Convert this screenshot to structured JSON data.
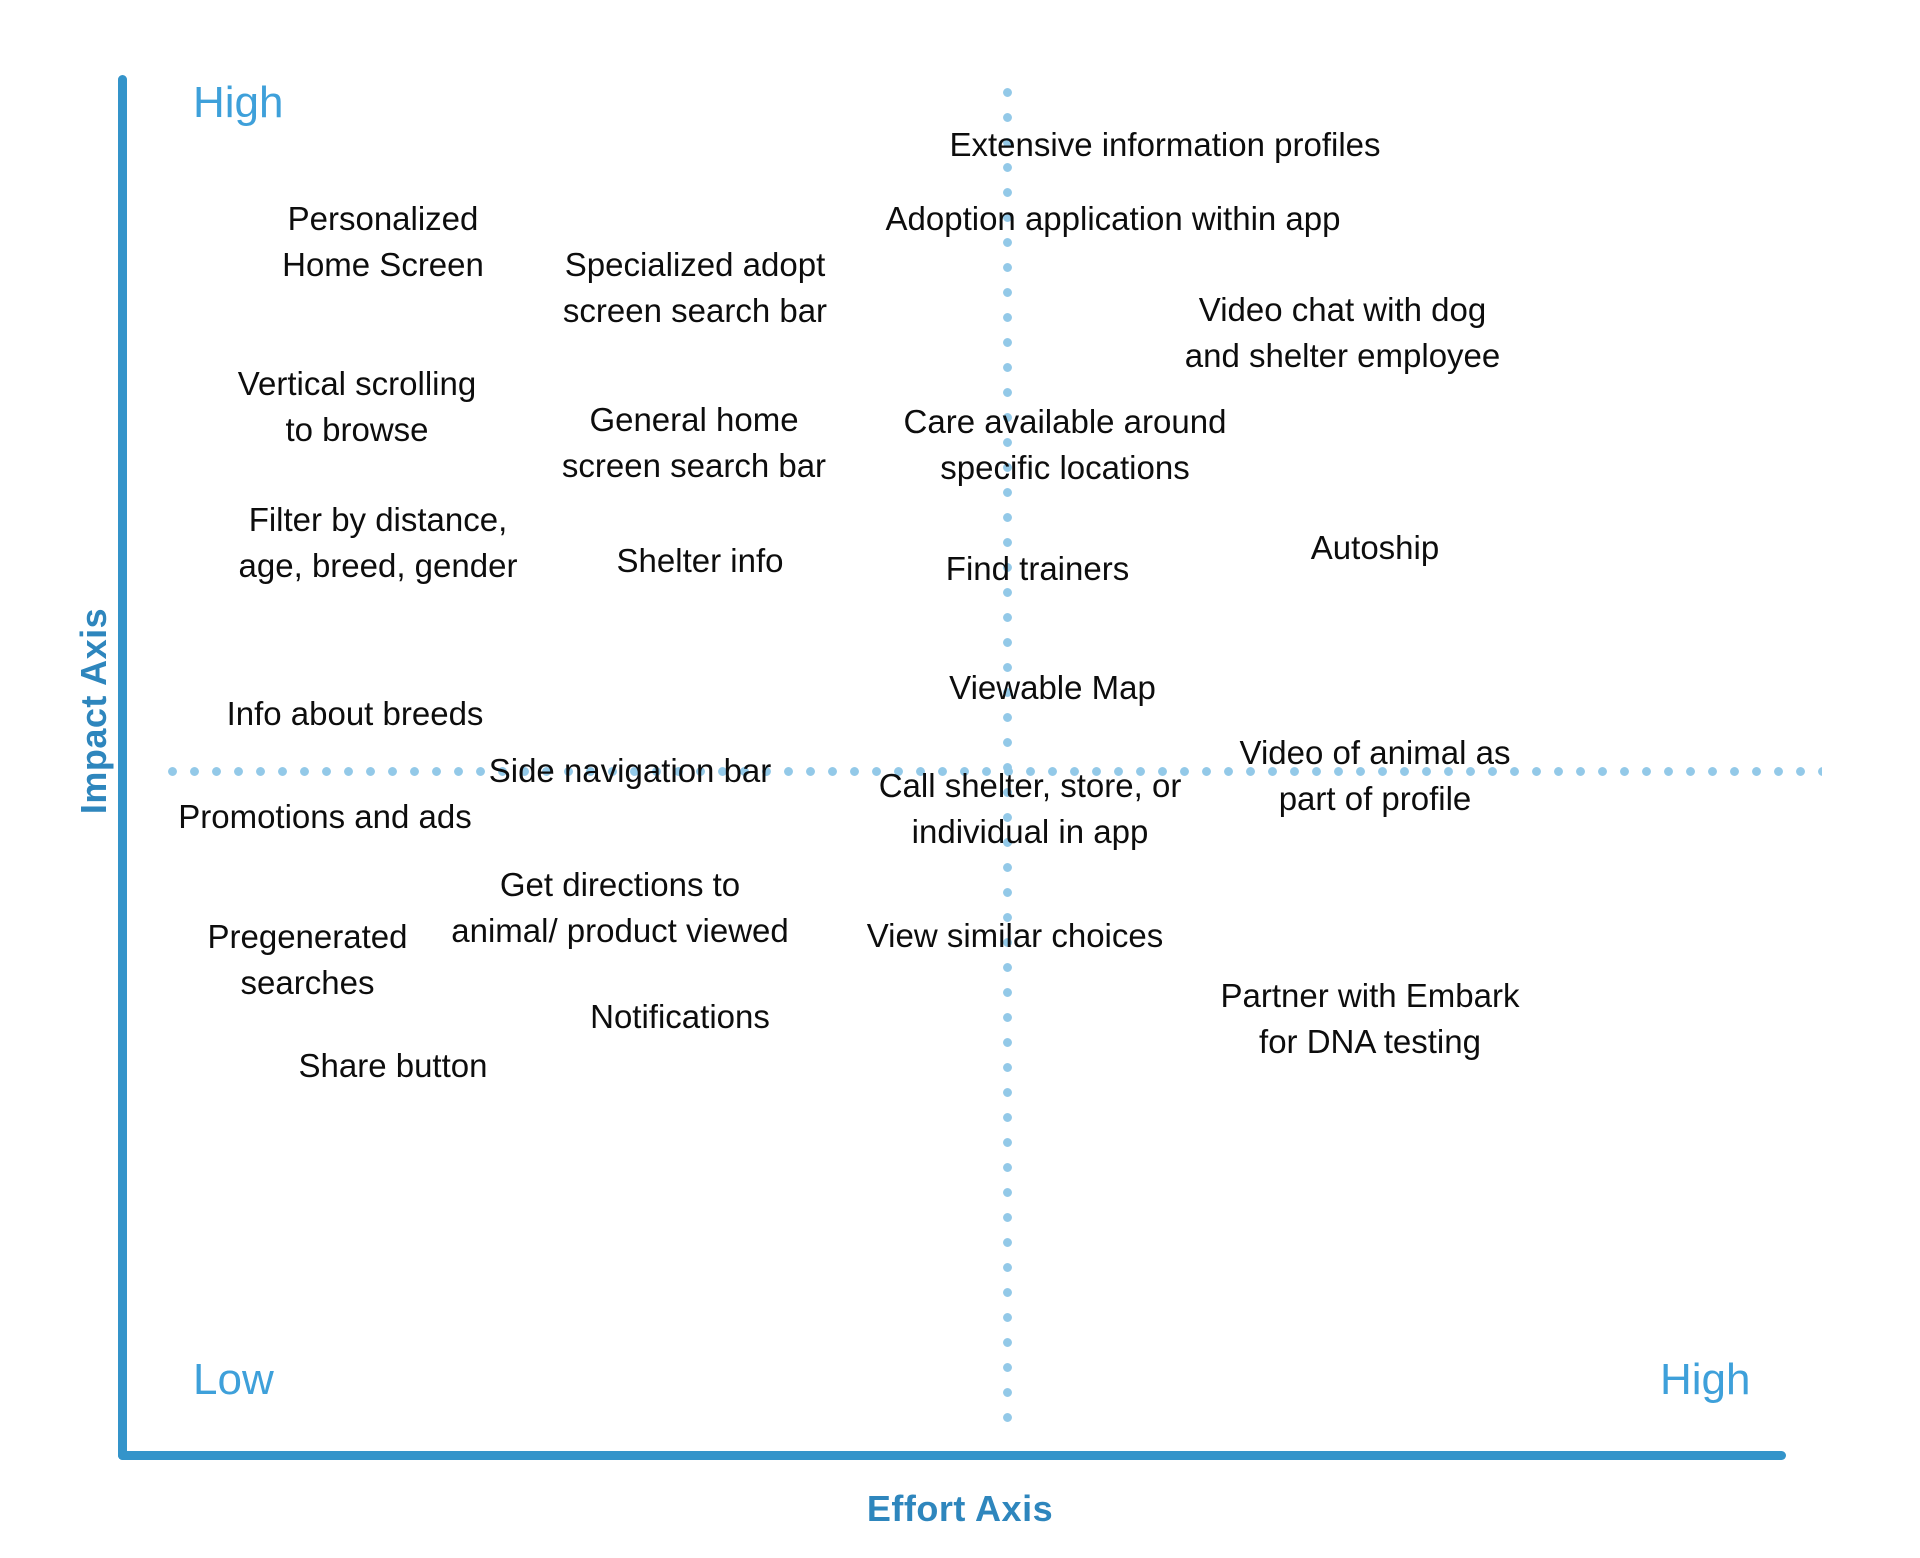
{
  "axes": {
    "y_title": "Impact Axis",
    "x_title": "Effort Axis",
    "y_high_label": "High",
    "x_low_label": "Low",
    "x_high_label": "High",
    "axis_color": "#3494ca",
    "label_color": "#3ea0da",
    "title_color": "#2e86bd",
    "divider_color": "#93c9e8"
  },
  "quadrants": {
    "high_impact_low_effort": [
      {
        "text": "Personalized\nHome Screen"
      },
      {
        "text": "Vertical scrolling\nto browse"
      },
      {
        "text": "Filter by distance,\nage, breed, gender"
      },
      {
        "text": "Specialized adopt\nscreen search bar"
      },
      {
        "text": "General home\nscreen search bar"
      },
      {
        "text": "Shelter info"
      }
    ],
    "high_impact_high_effort": [
      {
        "text": "Extensive information profiles"
      },
      {
        "text": "Adoption application within app"
      },
      {
        "text": "Video chat with dog\nand shelter employee"
      },
      {
        "text": "Care available around\nspecific locations"
      },
      {
        "text": "Find trainers"
      },
      {
        "text": "Autoship"
      }
    ],
    "low_impact_low_effort": [
      {
        "text": "Info about breeds"
      },
      {
        "text": "Promotions and ads"
      },
      {
        "text": "Side navigation bar"
      },
      {
        "text": "Get directions to\nanimal/ product viewed"
      },
      {
        "text": "Pregenerated\nsearches"
      },
      {
        "text": "Notifications"
      },
      {
        "text": "Share button"
      }
    ],
    "low_impact_high_effort": [
      {
        "text": "Viewable Map"
      },
      {
        "text": "Call shelter, store, or\nindividual in app"
      },
      {
        "text": "Video of animal as\npart of profile"
      },
      {
        "text": "View similar choices"
      },
      {
        "text": "Partner with Embark\nfor DNA testing"
      }
    ]
  }
}
